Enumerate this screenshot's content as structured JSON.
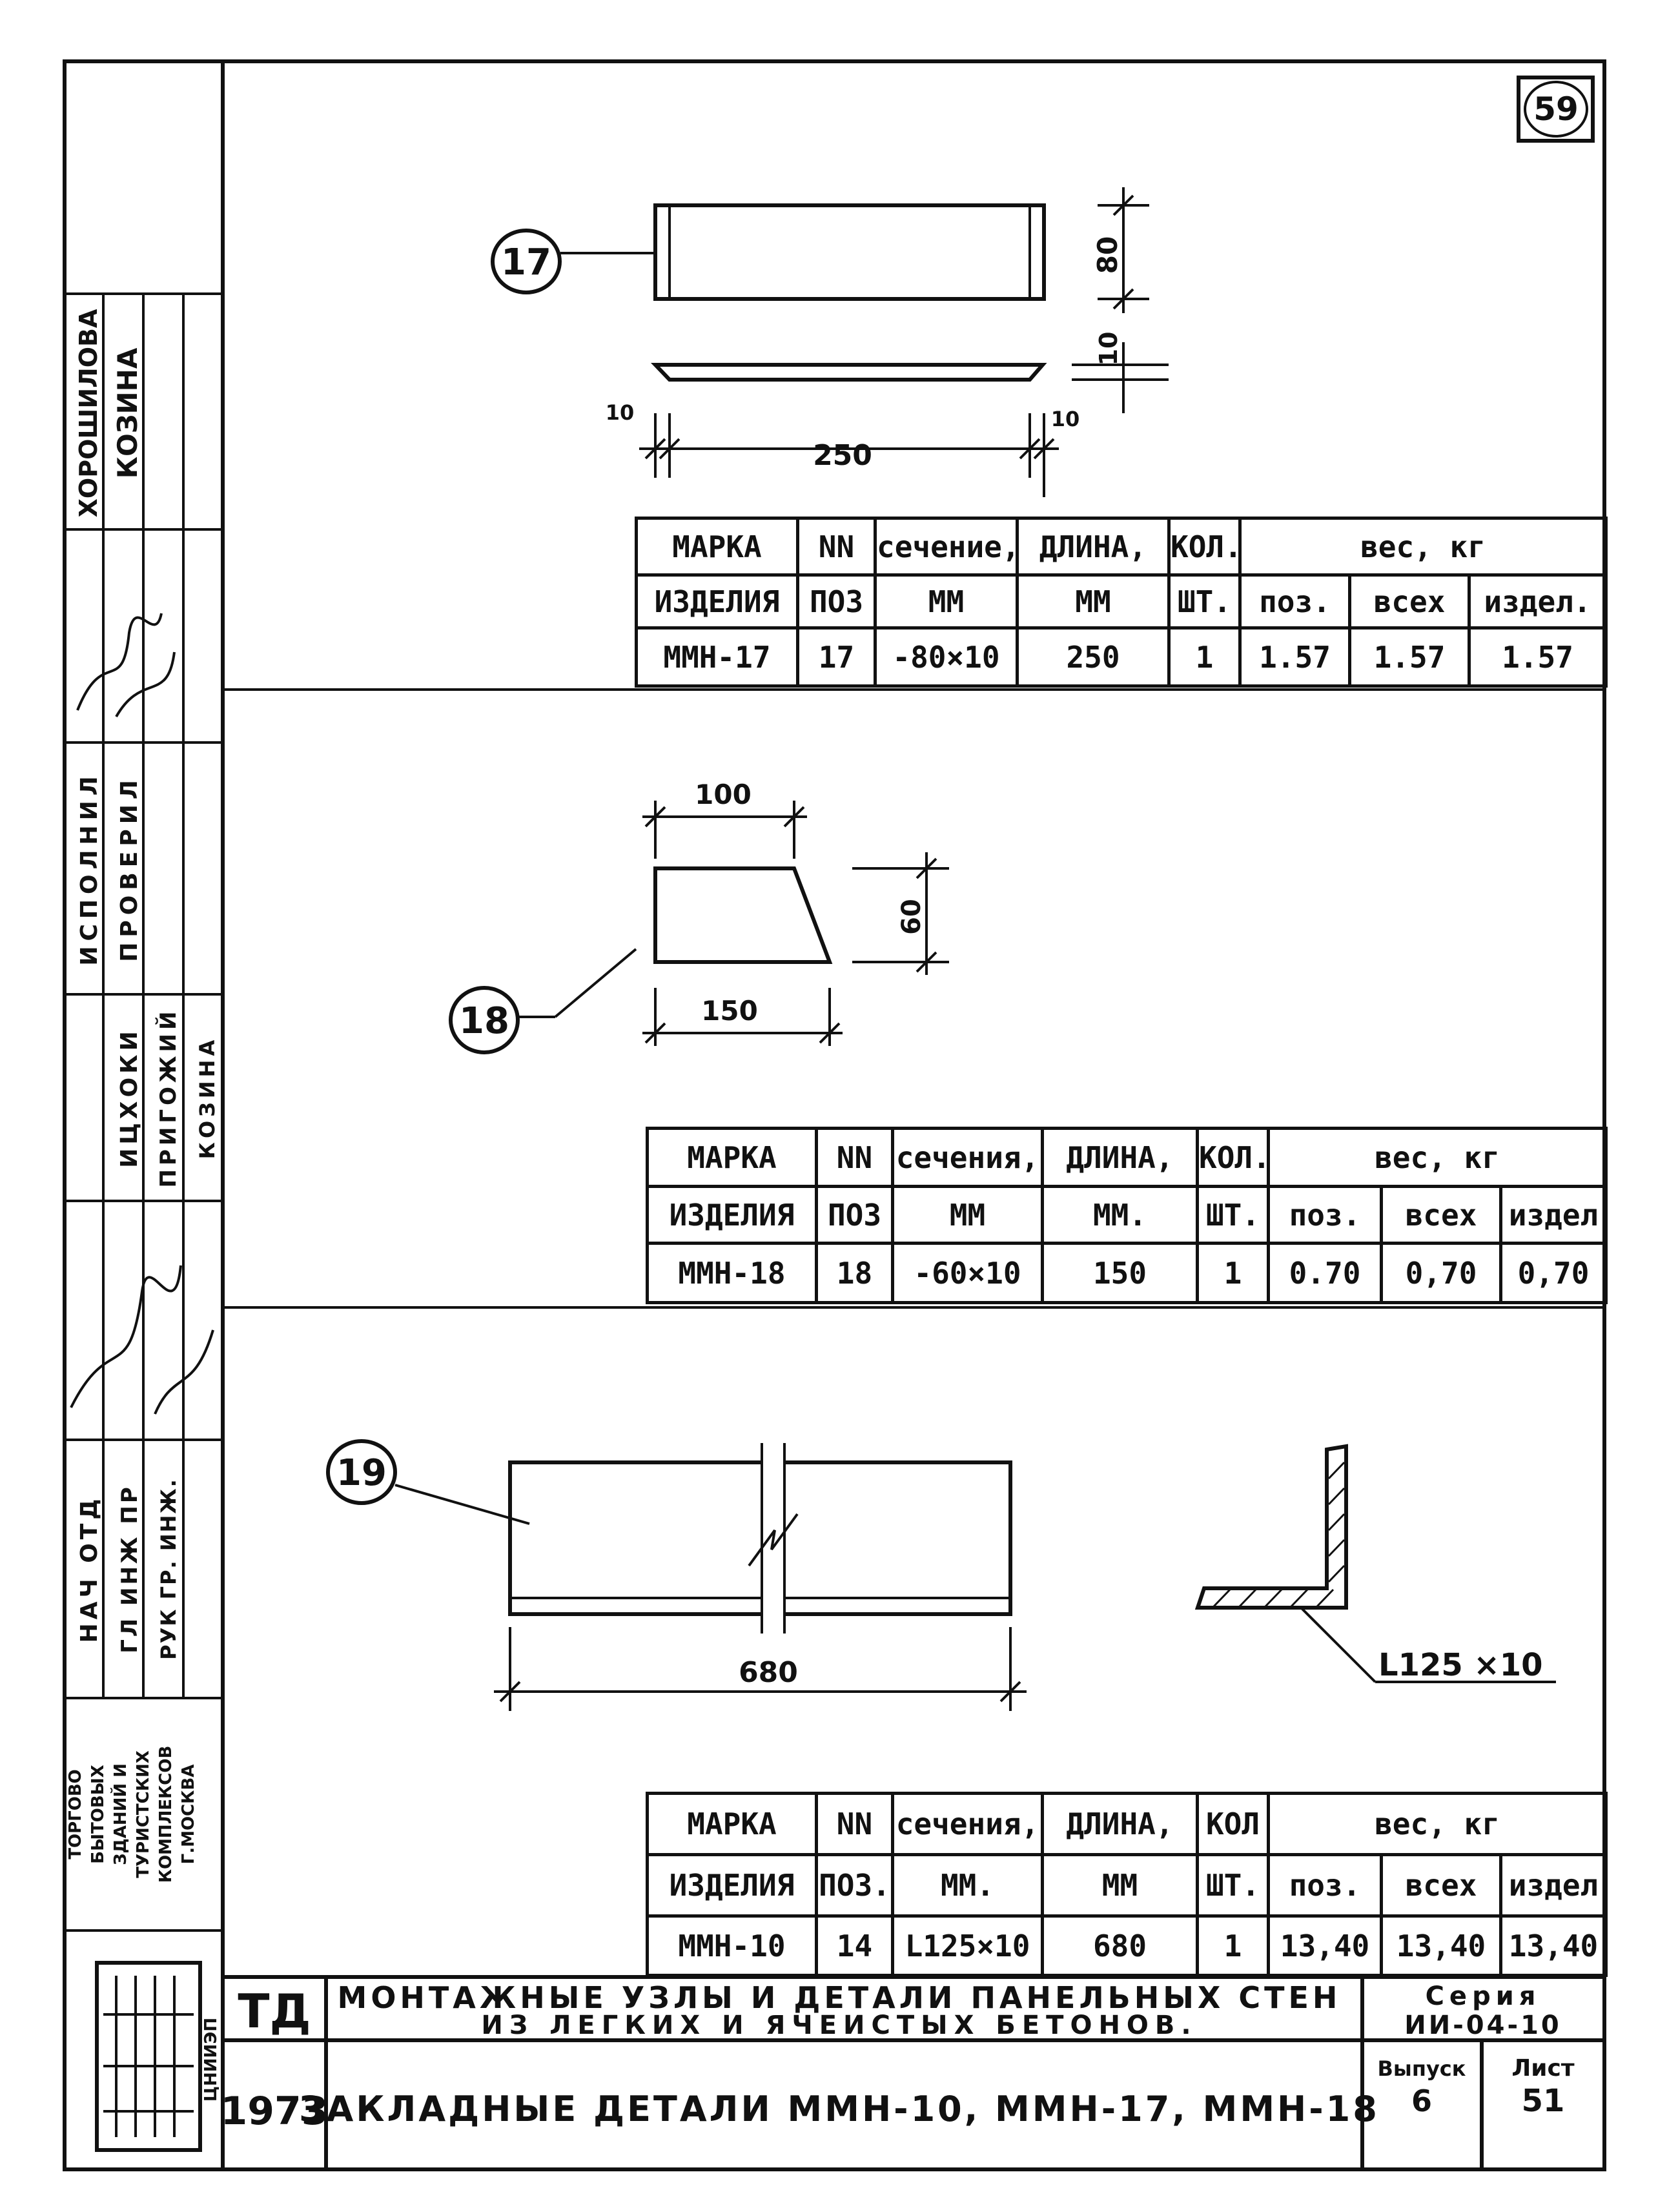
{
  "sheet_number": "59",
  "part17": {
    "marker": "17",
    "dims": {
      "height": "80",
      "thickness": "10",
      "length": "250",
      "end_left": "10",
      "end_right": "10"
    },
    "table": {
      "h_mark": "МАРКА",
      "h_mark2": "ИЗДЕЛИЯ",
      "h_nn": "NN",
      "h_nn2": "ПОЗ",
      "h_section": "сечение,",
      "h_section2": "ММ",
      "h_length": "ДЛИНА,",
      "h_length2": "ММ",
      "h_qty": "КОЛ.",
      "h_qty2": "ШТ.",
      "h_weight": "вес, кг",
      "h_w_pos": "поз.",
      "h_w_all": "всех",
      "h_w_item": "издел.",
      "row": {
        "mark": "ММН-17",
        "pos": "17",
        "section": "-80×10",
        "length": "250",
        "qty": "1",
        "w_pos": "1.57",
        "w_all": "1.57",
        "w_item": "1.57"
      }
    }
  },
  "part18": {
    "marker": "18",
    "dims": {
      "top": "100",
      "height": "60",
      "bottom": "150"
    },
    "table": {
      "h_mark": "МАРКА",
      "h_mark2": "ИЗДЕЛИЯ",
      "h_nn": "NN",
      "h_nn2": "ПОЗ",
      "h_section": "сечения,",
      "h_section2": "ММ",
      "h_length": "ДЛИНА,",
      "h_length2": "ММ.",
      "h_qty": "КОЛ.",
      "h_qty2": "ШТ.",
      "h_weight": "вес, кг",
      "h_w_pos": "поз.",
      "h_w_all": "всех",
      "h_w_item": "издел",
      "row": {
        "mark": "ММН-18",
        "pos": "18",
        "section": "-60×10",
        "length": "150",
        "qty": "1",
        "w_pos": "0.70",
        "w_all": "0,70",
        "w_item": "0,70"
      }
    }
  },
  "part19": {
    "marker": "19",
    "dims": {
      "length": "680"
    },
    "angle_label": "L125 ×10",
    "table": {
      "h_mark": "МАРКА",
      "h_mark2": "ИЗДЕЛИЯ",
      "h_nn": "NN",
      "h_nn2": "ПОЗ.",
      "h_section": "сечения,",
      "h_section2": "ММ.",
      "h_length": "ДЛИНА,",
      "h_length2": "ММ",
      "h_qty": "КОЛ",
      "h_qty2": "ШТ.",
      "h_weight": "вес, кг",
      "h_w_pos": "поз.",
      "h_w_all": "всех",
      "h_w_item": "издел",
      "row": {
        "mark": "ММН-10",
        "pos": "14",
        "section": "L125×10",
        "length": "680",
        "qty": "1",
        "w_pos": "13,40",
        "w_all": "13,40",
        "w_item": "13,40"
      }
    }
  },
  "title_block": {
    "code": "ТД",
    "year": "1973",
    "title1": "МОНТАЖНЫЕ УЗЛЫ И ДЕТАЛИ ПАНЕЛЬНЫХ СТЕН",
    "title2": "ИЗ ЛЕГКИХ И ЯЧЕИСТЫХ БЕТОНОВ.",
    "title3": "ЗАКЛАДНЫЕ ДЕТАЛИ ММН-10, ММН-17, ММН-18",
    "series_label": "Серия",
    "series_value": "ИИ-04-10",
    "issue_label": "Выпуск",
    "issue_value": "6",
    "sheet_label": "Лист",
    "sheet_value": "51"
  },
  "side_stamp": {
    "roles": [
      "ИСПОЛНИЛ",
      "ПРОВЕРИЛ",
      "ИЦХОКИ",
      "ПРИГОЖИЙ",
      "КОЗИНА",
      "НАЧ ОТД",
      "ГЛ ИНЖ ПР",
      "РУК ГР. ИНЖ."
    ],
    "names": [
      "ХОРОШИЛОВА",
      "КОЗИНА"
    ],
    "org": [
      "ТОРГОВО",
      "БЫТОВЫХ",
      "ЗДАНИЙ И",
      "ТУРИСТСКИХ",
      "КОМПЛЕКСОВ",
      "Г.МОСКВА"
    ],
    "logo_text": "ЦНИИЭП"
  }
}
